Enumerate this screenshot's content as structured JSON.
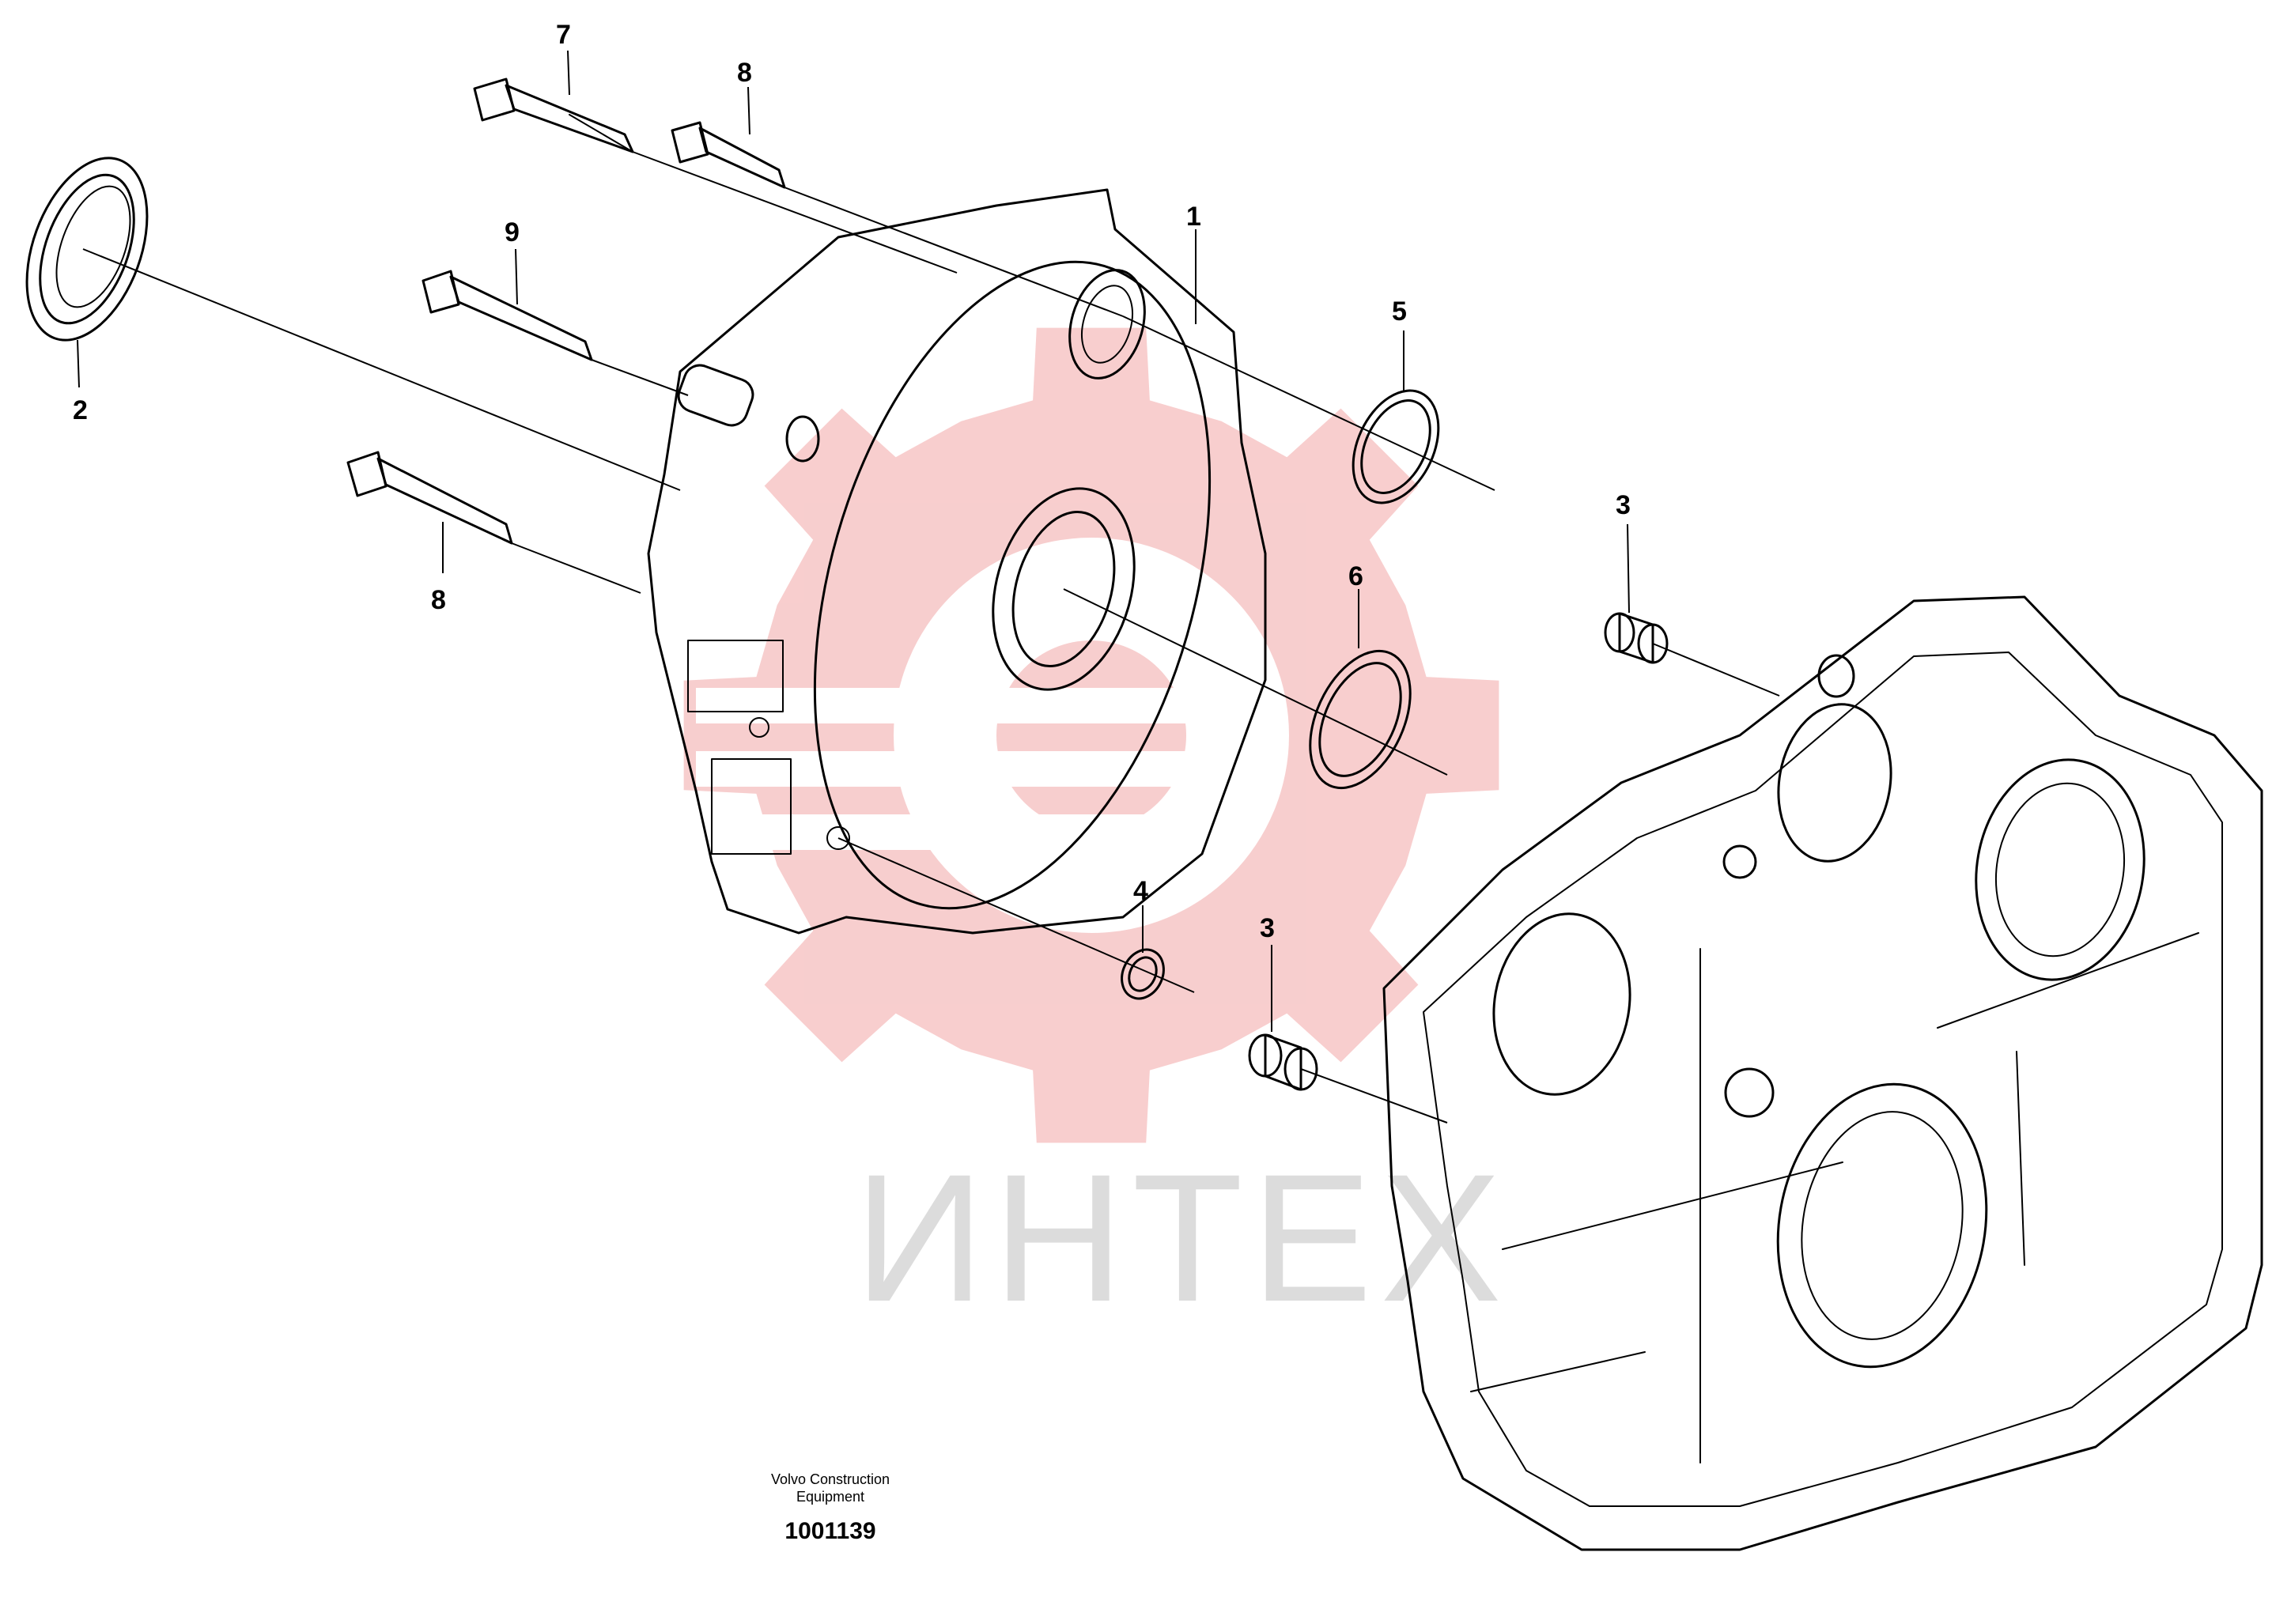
{
  "watermark": {
    "text": "ИНТЕХ",
    "gear_color": "#f7c9c9",
    "text_color": "#dcdcdc"
  },
  "credit": {
    "line1": "Volvo Construction",
    "line2": "Equipment"
  },
  "figure_number": "1001139",
  "callouts": [
    {
      "id": "7",
      "label": "7"
    },
    {
      "id": "8a",
      "label": "8"
    },
    {
      "id": "9",
      "label": "9"
    },
    {
      "id": "8b",
      "label": "8"
    },
    {
      "id": "2",
      "label": "2"
    },
    {
      "id": "1",
      "label": "1"
    },
    {
      "id": "5",
      "label": "5"
    },
    {
      "id": "6",
      "label": "6"
    },
    {
      "id": "4",
      "label": "4"
    },
    {
      "id": "3a",
      "label": "3"
    },
    {
      "id": "3b",
      "label": "3"
    }
  ]
}
